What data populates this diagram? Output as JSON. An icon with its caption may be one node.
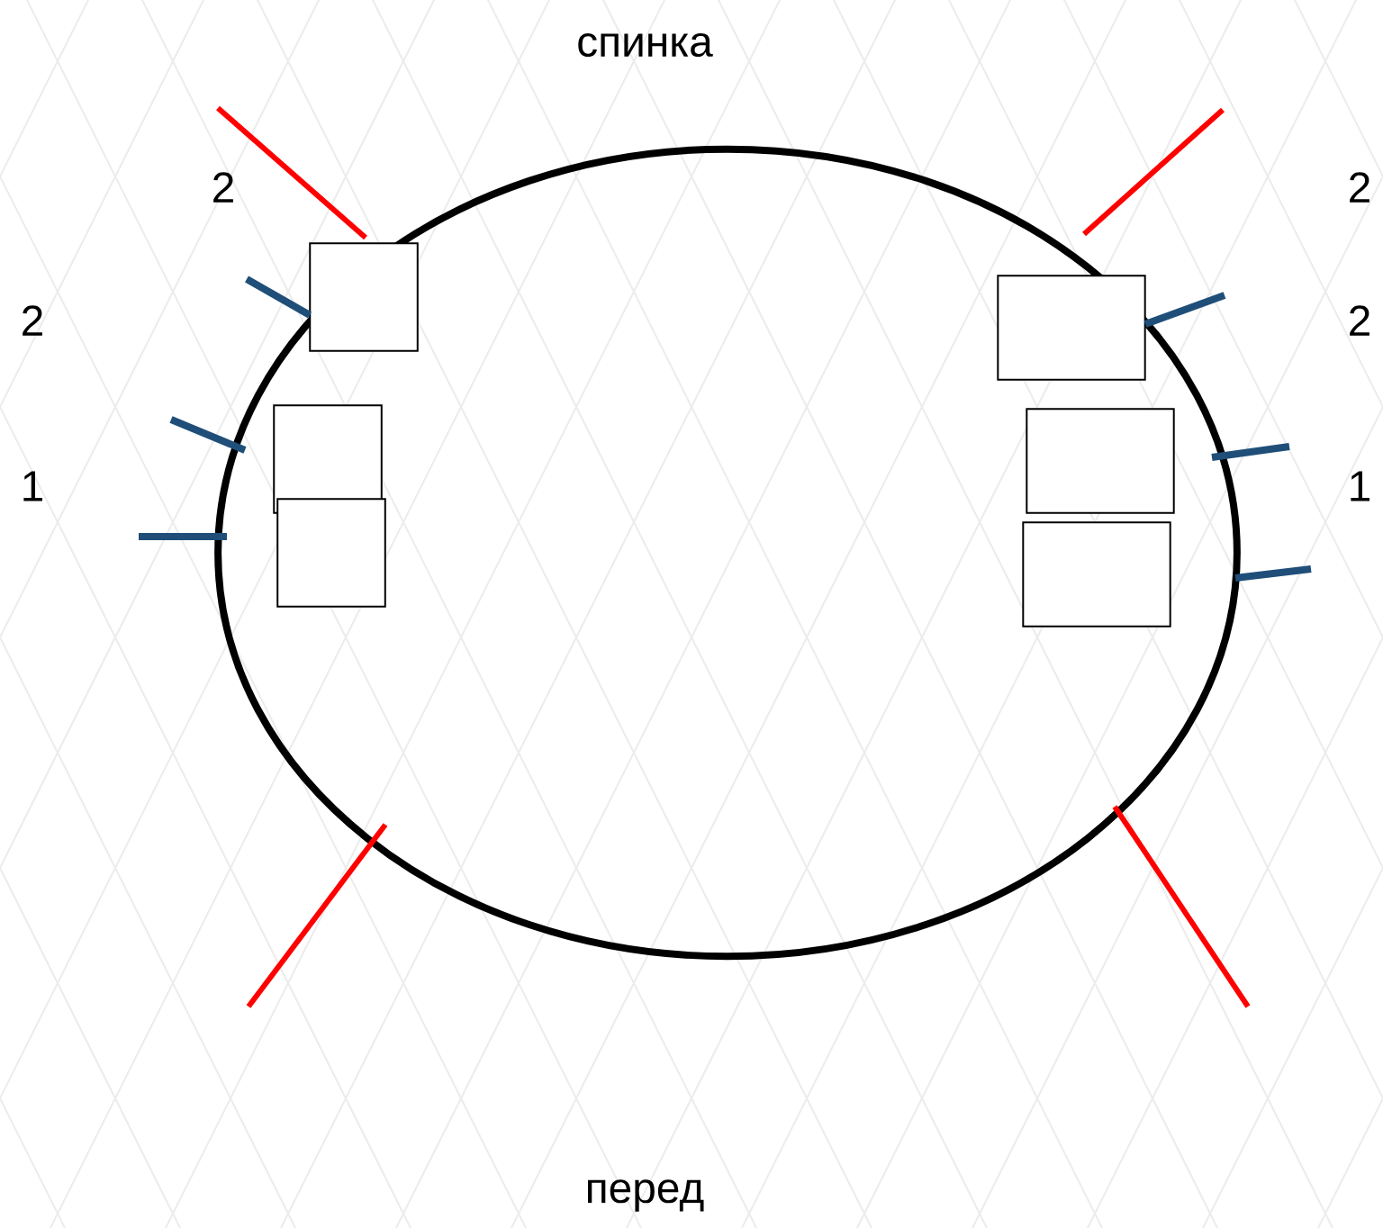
{
  "diagram": {
    "nodes": [
      {
        "text": [],
        "shape": "ellipse"
      },
      {
        "text": [],
        "shape": "box",
        "in": 0
      },
      {
        "text": [],
        "shape": "box",
        "in": 0
      },
      {
        "text": [],
        "shape": "box",
        "in": 0
      },
      {
        "text": [],
        "shape": "box",
        "in": 0
      },
      {
        "text": [],
        "shape": "box",
        "in": 0
      },
      {
        "text": [],
        "shape": "box",
        "in": 0
      }
    ],
    "labels": [
      "спинка",
      "2",
      "2",
      "2",
      "2",
      "1",
      "1",
      "перед"
    ]
  }
}
